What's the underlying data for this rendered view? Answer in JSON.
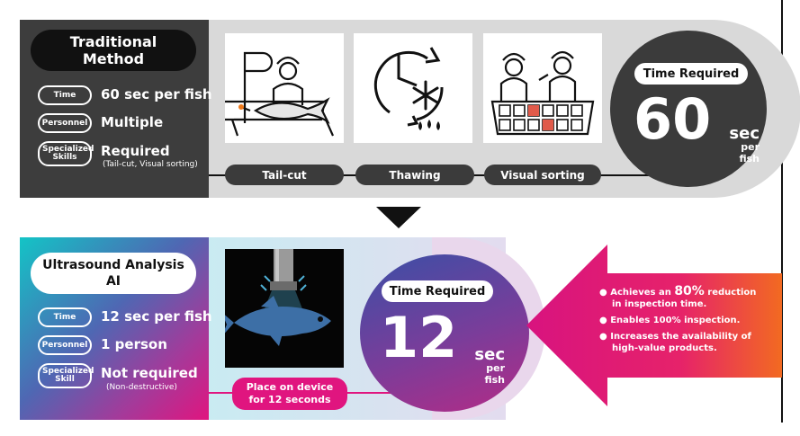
{
  "traditional": {
    "title": "Traditional Method",
    "rows": [
      {
        "label": "Time",
        "value": "60 sec per fish",
        "note": ""
      },
      {
        "label": "Personnel",
        "value": "Multiple",
        "note": ""
      },
      {
        "label": "Specialized Skills",
        "value": "Required",
        "note": "(Tail-cut, Visual sorting)"
      }
    ],
    "steps": [
      "Tail-cut",
      "Thawing",
      "Visual sorting"
    ],
    "time_required": {
      "label": "Time Required",
      "number": "60",
      "unit_sec": "sec",
      "unit_per": "per",
      "unit_fish": "fish"
    }
  },
  "ai": {
    "title": "Ultrasound Analysis AI",
    "rows": [
      {
        "label": "Time",
        "value": "12 sec per fish",
        "note": ""
      },
      {
        "label": "Personnel",
        "value": "1 person",
        "note": ""
      },
      {
        "label": "Specialized Skill",
        "value": "Not required",
        "note": "(Non-destructive)"
      }
    ],
    "step": "Place on device for 12 seconds",
    "time_required": {
      "label": "Time Required",
      "number": "12",
      "unit_sec": "sec",
      "unit_per": "per",
      "unit_fish": "fish"
    }
  },
  "benefits": {
    "line1_pre": "Achieves an ",
    "line1_hl": "80%",
    "line1_post": " reduction",
    "line2": "in inspection time.",
    "line3": "Enables 100% inspection.",
    "line4": "Increases the availability of",
    "line5": "high-value products."
  },
  "colors": {
    "dark": "#3b3b3b",
    "grey_band": "#d9d9d9",
    "accent_pink": "#e0157f",
    "accent_teal": "#13c4c6",
    "accent_orange": "#f26a21"
  },
  "icons": [
    "worker-tail-cut-icon",
    "thaw-clock-snowflake-icon",
    "visual-sorting-workers-icon",
    "ultrasound-fish-device-icon",
    "down-arrow-icon"
  ]
}
